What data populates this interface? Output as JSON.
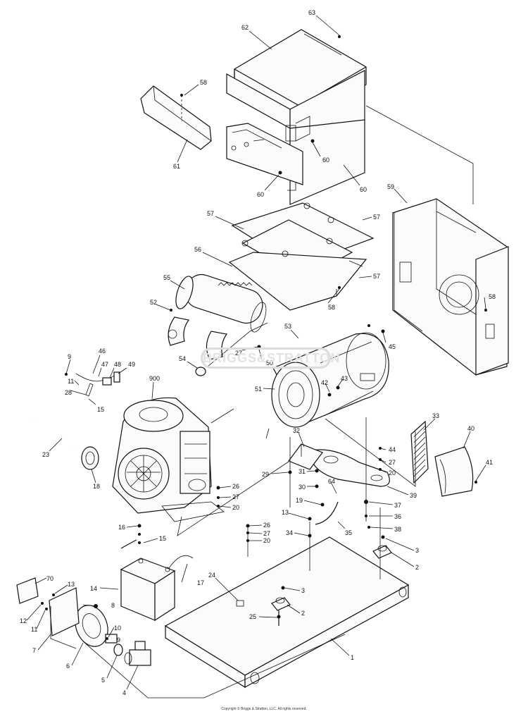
{
  "diagram": {
    "callouts": [
      {
        "id": "c-63",
        "text": "63"
      },
      {
        "id": "c-62",
        "text": "62"
      },
      {
        "id": "c-58a",
        "text": "58"
      },
      {
        "id": "c-61",
        "text": "61"
      },
      {
        "id": "c-60a",
        "text": "60"
      },
      {
        "id": "c-60b",
        "text": "60"
      },
      {
        "id": "c-60c",
        "text": "60"
      },
      {
        "id": "c-59",
        "text": "59"
      },
      {
        "id": "c-57a",
        "text": "57"
      },
      {
        "id": "c-57b",
        "text": "57"
      },
      {
        "id": "c-57c",
        "text": "57"
      },
      {
        "id": "c-56",
        "text": "56"
      },
      {
        "id": "c-58b",
        "text": "58"
      },
      {
        "id": "c-58c",
        "text": "58"
      },
      {
        "id": "c-55",
        "text": "55"
      },
      {
        "id": "c-52",
        "text": "52"
      },
      {
        "id": "c-53",
        "text": "53"
      },
      {
        "id": "c-45",
        "text": "45"
      },
      {
        "id": "c-9",
        "text": "9"
      },
      {
        "id": "c-46",
        "text": "46"
      },
      {
        "id": "c-47",
        "text": "47"
      },
      {
        "id": "c-48",
        "text": "48"
      },
      {
        "id": "c-49",
        "text": "49"
      },
      {
        "id": "c-11a",
        "text": "11"
      },
      {
        "id": "c-28",
        "text": "28"
      },
      {
        "id": "c-15a",
        "text": "15"
      },
      {
        "id": "c-54",
        "text": "54"
      },
      {
        "id": "c-27a",
        "text": "27"
      },
      {
        "id": "c-50",
        "text": "50"
      },
      {
        "id": "c-900",
        "text": "900"
      },
      {
        "id": "c-51",
        "text": "51"
      },
      {
        "id": "c-42",
        "text": "42"
      },
      {
        "id": "c-43",
        "text": "43"
      },
      {
        "id": "c-33",
        "text": "33"
      },
      {
        "id": "c-40",
        "text": "40"
      },
      {
        "id": "c-23",
        "text": "23"
      },
      {
        "id": "c-18",
        "text": "18"
      },
      {
        "id": "c-32",
        "text": "32"
      },
      {
        "id": "c-44",
        "text": "44"
      },
      {
        "id": "c-27b",
        "text": "27"
      },
      {
        "id": "c-20a",
        "text": "20"
      },
      {
        "id": "c-41",
        "text": "41"
      },
      {
        "id": "c-29",
        "text": "29"
      },
      {
        "id": "c-31",
        "text": "31"
      },
      {
        "id": "c-30",
        "text": "30"
      },
      {
        "id": "c-39",
        "text": "39"
      },
      {
        "id": "c-26a",
        "text": "26"
      },
      {
        "id": "c-27c",
        "text": "27"
      },
      {
        "id": "c-20b",
        "text": "20"
      },
      {
        "id": "c-64",
        "text": "64"
      },
      {
        "id": "c-19",
        "text": "19"
      },
      {
        "id": "c-37",
        "text": "37"
      },
      {
        "id": "c-36",
        "text": "36"
      },
      {
        "id": "c-13a",
        "text": "13"
      },
      {
        "id": "c-38",
        "text": "38"
      },
      {
        "id": "c-16",
        "text": "16"
      },
      {
        "id": "c-35",
        "text": "35"
      },
      {
        "id": "c-26b",
        "text": "26"
      },
      {
        "id": "c-27d",
        "text": "27"
      },
      {
        "id": "c-20c",
        "text": "20"
      },
      {
        "id": "c-15b",
        "text": "15"
      },
      {
        "id": "c-34",
        "text": "34"
      },
      {
        "id": "c-3a",
        "text": "3"
      },
      {
        "id": "c-2a",
        "text": "2"
      },
      {
        "id": "c-70",
        "text": "70"
      },
      {
        "id": "c-13b",
        "text": "13"
      },
      {
        "id": "c-14",
        "text": "14"
      },
      {
        "id": "c-17",
        "text": "17"
      },
      {
        "id": "c-24",
        "text": "24"
      },
      {
        "id": "c-3b",
        "text": "3"
      },
      {
        "id": "c-8",
        "text": "8"
      },
      {
        "id": "c-2b",
        "text": "2"
      },
      {
        "id": "c-25",
        "text": "25"
      },
      {
        "id": "c-12",
        "text": "12"
      },
      {
        "id": "c-11b",
        "text": "11"
      },
      {
        "id": "c-10",
        "text": "10"
      },
      {
        "id": "c-7",
        "text": "7"
      },
      {
        "id": "c-9b",
        "text": "9"
      },
      {
        "id": "c-6",
        "text": "6"
      },
      {
        "id": "c-1",
        "text": "1"
      },
      {
        "id": "c-5",
        "text": "5"
      },
      {
        "id": "c-4",
        "text": "4"
      }
    ]
  },
  "watermark": "BRIGGS&STRATTON",
  "footer": "Copyright © Briggs & Stratton, LLC. All rights reserved."
}
